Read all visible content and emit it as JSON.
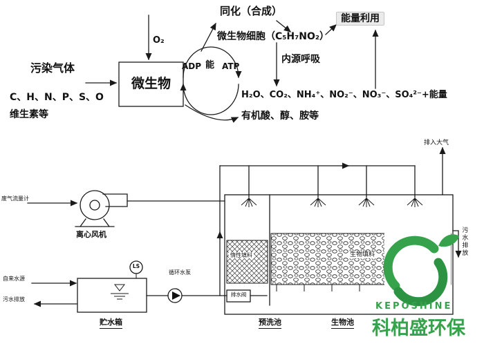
{
  "colors": {
    "line": "#1a1a1a",
    "brand_green": "#36A24B",
    "brand_green_dark": "#2C9342"
  },
  "metabolism": {
    "assimilation": "同化（合成）",
    "energy_use": "能量利用",
    "microbial_cells": "微生物细胞（C₅H₇NO₂）",
    "endogenous_respiration": "内源呼吸",
    "o2": "O₂",
    "pollutant_gas": "污染气体",
    "adp": "ADP",
    "energy": "能",
    "atp": "ATP",
    "microbe": "微生物",
    "elements": "C、H、N、P、S、O",
    "vitamins": "维生素等",
    "products": "H₂O、CO₂、NH₄⁺、NO₂⁻、NO₃⁻、SO₄²⁻+能量",
    "organic_acids": "有机酸、醇、胺等"
  },
  "equipment": {
    "gas_inlet": "废气流量计",
    "fan": "离心风机",
    "tap_water": "自来水源",
    "drain_left": "污水排放",
    "tank": "贮水箱",
    "level_switch": "LS",
    "pump": "循环水泵",
    "drain_valve": "排水阀",
    "prewash_packing": "惰性填料",
    "prewash": "预洗池",
    "bio_packing": "生物填料",
    "bio_pool": "生物池",
    "exhaust": "排入大气",
    "drain_right": "污水排放"
  },
  "watermark": {
    "brand_en": "KEPOSHINE",
    "brand_cn": "科柏盛环保"
  }
}
